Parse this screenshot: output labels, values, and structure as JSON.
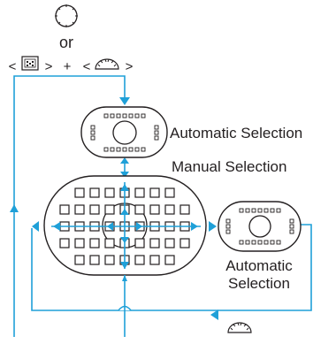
{
  "dial_or": "or",
  "combo": {
    "lt1": "<",
    "gt1": ">",
    "plus": "+",
    "lt2": "<",
    "gt2": ">"
  },
  "labels": {
    "auto_top": "Automatic Selection",
    "manual": "Manual Selection",
    "auto_right_1": "Automatic",
    "auto_right_2": "Selection"
  },
  "icons": [
    "quick-control-dial-icon",
    "af-point-select-button-icon",
    "main-dial-icon"
  ],
  "colors": {
    "flow": "#1fa0d8",
    "ink": "#231f20"
  }
}
